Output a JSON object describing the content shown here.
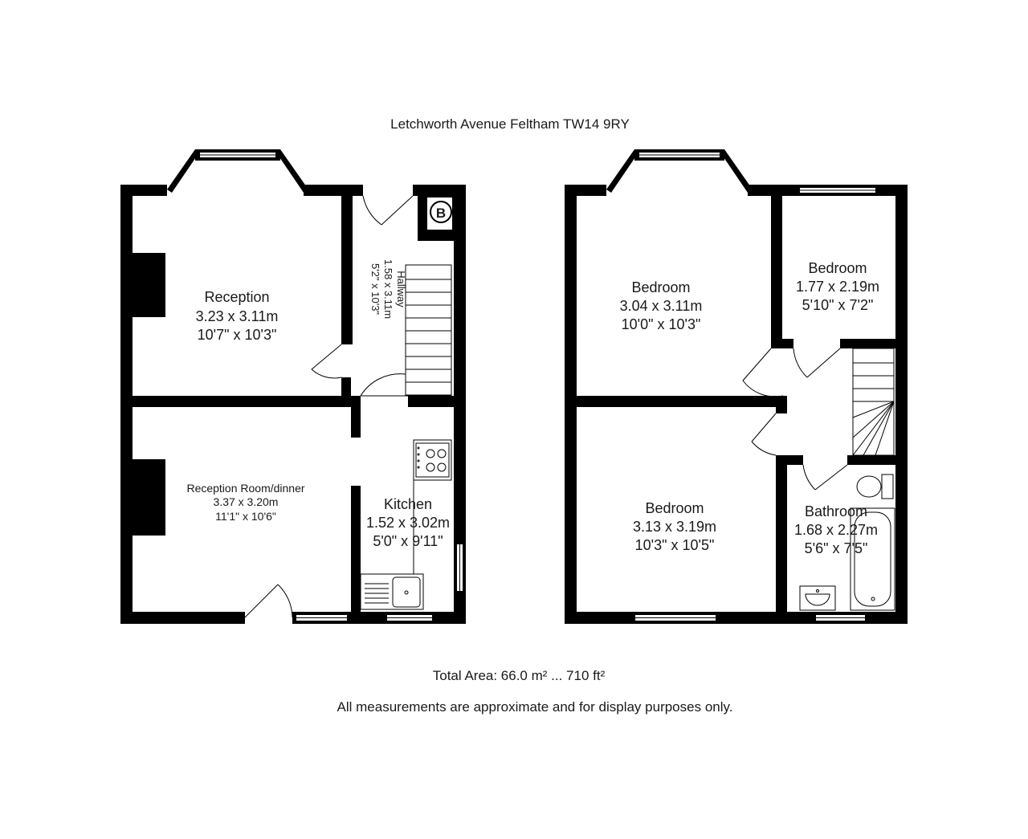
{
  "title": "Letchworth Avenue Feltham TW14 9RY",
  "ground_floor": {
    "reception": {
      "name": "Reception",
      "metric": "3.23 x 3.11m",
      "imperial": "10'7\" x 10'3\""
    },
    "hallway": {
      "name": "Hallway",
      "metric": "1.58 x 3.11m",
      "imperial": "5'2\" x 10'3\""
    },
    "boiler": "B",
    "dining": {
      "name": "Reception Room/dinner",
      "metric": "3.37 x 3.20m",
      "imperial": "11'1\" x 10'6\""
    },
    "kitchen": {
      "name": "Kitchen",
      "metric": "1.52 x 3.02m",
      "imperial": "5'0\" x 9'11\""
    }
  },
  "first_floor": {
    "bedroom_front": {
      "name": "Bedroom",
      "metric": "3.04 x 3.11m",
      "imperial": "10'0\" x 10'3\""
    },
    "bedroom_small": {
      "name": "Bedroom",
      "metric": "1.77 x 2.19m",
      "imperial": "5'10\" x 7'2\""
    },
    "bedroom_rear": {
      "name": "Bedroom",
      "metric": "3.13 x 3.19m",
      "imperial": "10'3\" x 10'5\""
    },
    "bathroom": {
      "name": "Bathroom",
      "metric": "1.68 x 2.27m",
      "imperial": "5'6\" x 7'5\""
    }
  },
  "total_area": "Total Area: 66.0 m² ... 710 ft²",
  "disclaimer": "All measurements are approximate and for display purposes only."
}
